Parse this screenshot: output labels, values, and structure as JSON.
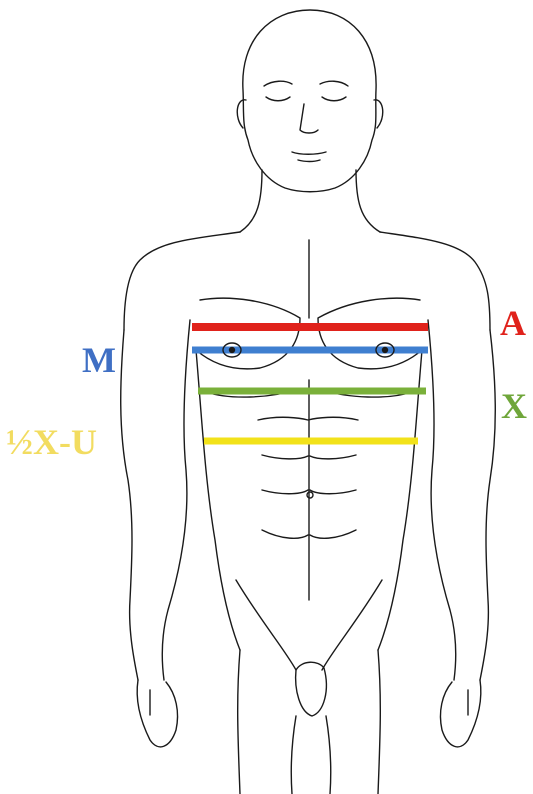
{
  "labels": {
    "a": "A",
    "m": "M",
    "x": "X",
    "half_x_u": "½X-U"
  },
  "colors": {
    "a_line": "#e0221b",
    "m_line": "#3f7fd0",
    "x_line": "#7ab03a",
    "half_x_u_line": "#f2e21a",
    "a_text": "#e0221b",
    "m_text": "#3f6fc4",
    "x_text": "#6fa63a",
    "half_x_u_text": "#f2dc60",
    "outline": "#1a1a1a"
  }
}
